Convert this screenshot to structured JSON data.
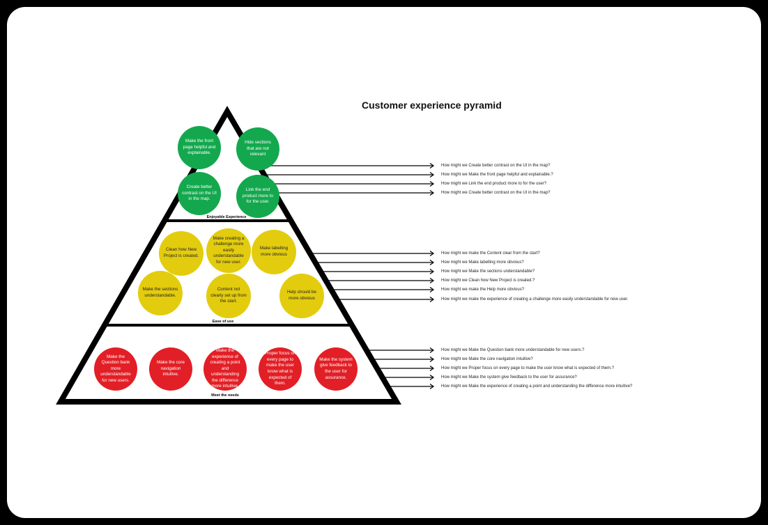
{
  "title": "Customer experience pyramid",
  "tiers": [
    {
      "label": "Enjoyable Experience",
      "color": "#14a84e",
      "circles": [
        "Make the front page helpful and explainable.",
        "Hide sections that are not relevant",
        "Create better contrast on the UI in the map.",
        "Link the end product more to for the user."
      ],
      "questions": [
        "How might we Create better contrast on the UI in the map?",
        "How might we Make the front page helpful and explainable.?",
        "How might we Link the end product more to for the user?",
        "How might we Create better contrast on the UI in the map?"
      ]
    },
    {
      "label": "Ease of use",
      "color": "#e3cc0e",
      "circles": [
        "Clean how New Project is created.",
        "Make creating a challenge more easily understandable for new user.",
        "Make labelling more obvious",
        "Make the sections understandable.",
        "Content not clearly set up from the start.",
        "Help should be more obvious"
      ],
      "questions": [
        "How might we make the Content clear from the start?",
        "How might we Make labelling more obvious?",
        "How might we Make the sections understandable?",
        "How might we Clean how New Project is created.?",
        "How might we make the Help more obvious?",
        "How might we make the experience of creating a challenge more easily understandable for new user."
      ]
    },
    {
      "label": "Meet the needs",
      "color": "#e21f26",
      "circles": [
        "Make the Question bank more understandable for new users.",
        "Make the core navigation intuitive.",
        "Make the experience of creating a point and understanding the difference more intuitive.",
        "Proper focus on every page to make the user know what is expected of them.",
        "Make the system give feedback to the user for assurance."
      ],
      "questions": [
        "How might we Make the Question bank more understandable for new users.?",
        "How might we Make the core navigation intuitive?",
        "How might we Proper focus on every page to make the user know what is expected of them.?",
        "How might we Make the system give feedback to the user for assurance?",
        "How might we Make the experience of creating a point and understanding the difference more intuitive?"
      ]
    }
  ]
}
